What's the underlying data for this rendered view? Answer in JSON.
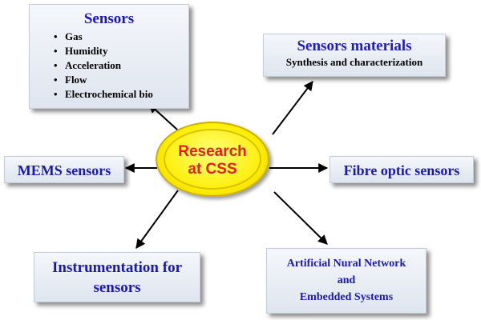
{
  "center": {
    "line1": "Research",
    "line2": "at CSS"
  },
  "sensors": {
    "title": "Sensors",
    "items": [
      "Gas",
      "Humidity",
      "Acceleration",
      "Flow",
      "Electrochemical bio"
    ]
  },
  "materials": {
    "title": "Sensors materials",
    "subtitle": "Synthesis and characterization"
  },
  "mems": {
    "label": "MEMS sensors"
  },
  "fibre": {
    "label": "Fibre optic sensors"
  },
  "instrumentation": {
    "line1": "Instrumentation for",
    "line2": "sensors"
  },
  "ann": {
    "line1": "Artificial Nural Network",
    "line2": "and",
    "line3": "Embedded Systems"
  },
  "colors": {
    "title_text": "#1f1fb8",
    "center_text": "#e0201a",
    "center_fill": "#ffee00",
    "box_fill": "#dfe5ef"
  }
}
